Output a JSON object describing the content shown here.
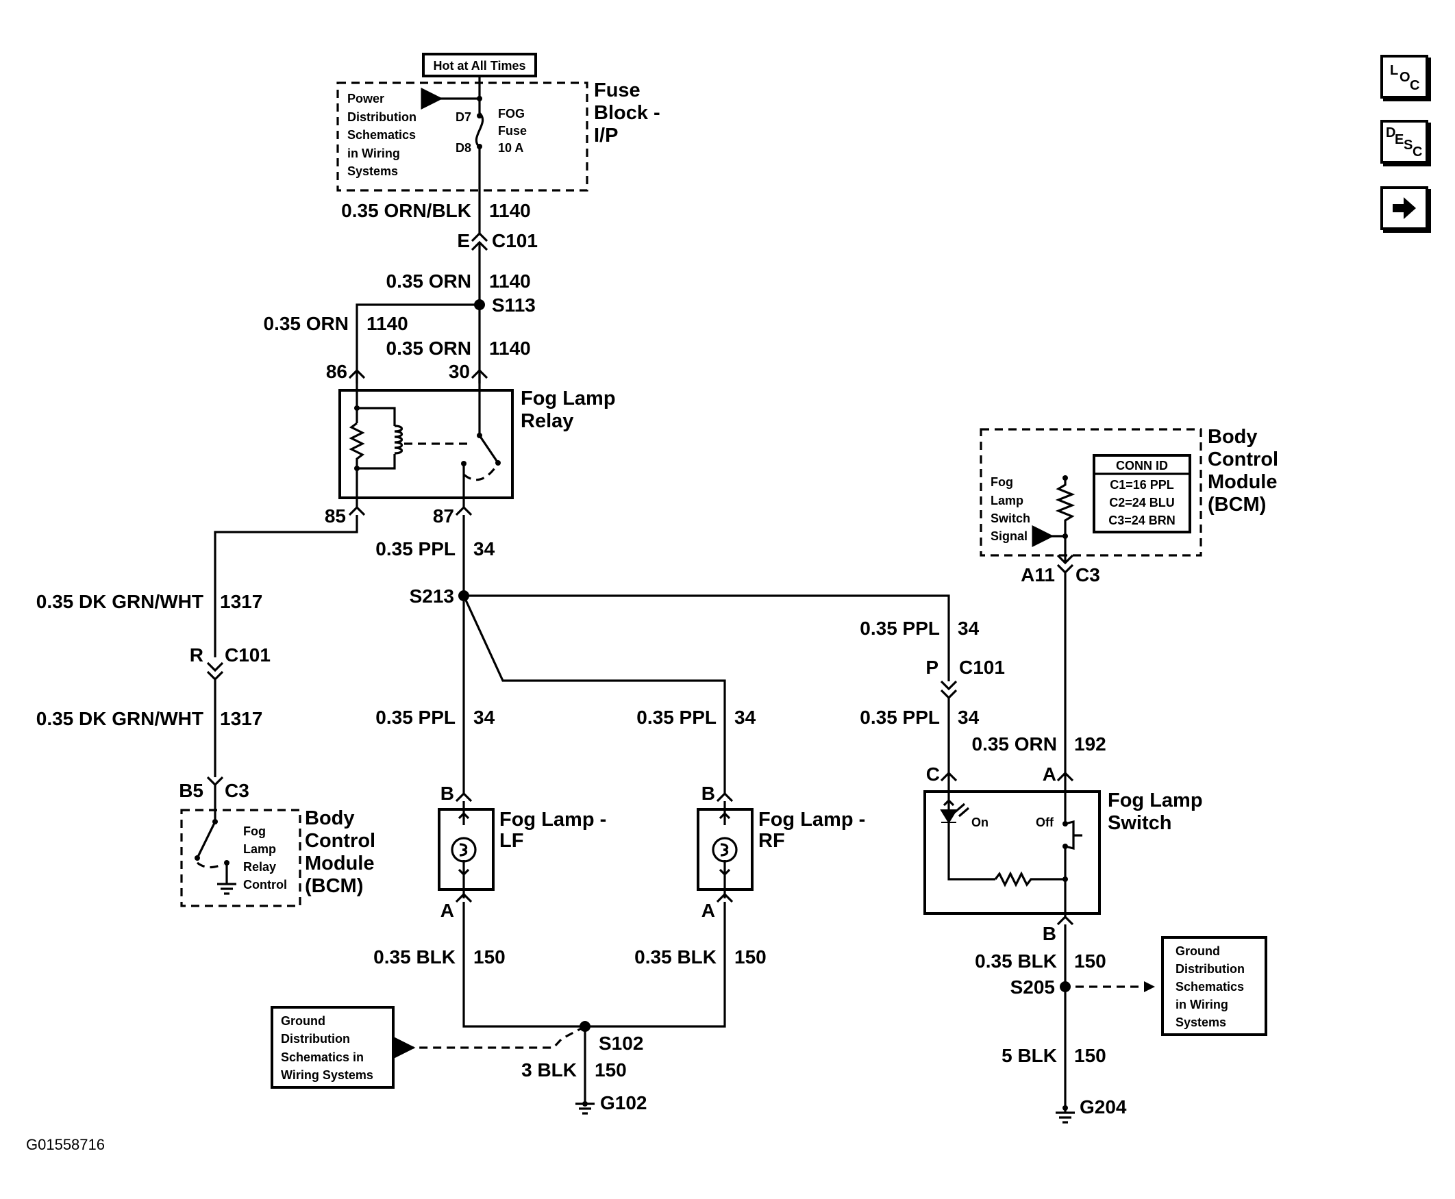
{
  "nav": {
    "loc_label": "LOC",
    "desc_label": "DESC",
    "next_icon": "right-arrow-icon"
  },
  "figure_id": "G01558716",
  "fuse_block": {
    "hot_label": "Hot at All Times",
    "name_line1": "Fuse",
    "name_line2": "Block -",
    "name_line3": "I/P",
    "power_note": [
      "Power",
      "Distribution",
      "Schematics",
      "in Wiring",
      "Systems"
    ],
    "pin_top": "D7",
    "pin_bottom": "D8",
    "fuse_line1": "FOG",
    "fuse_line2": "Fuse",
    "fuse_line3": "10 A"
  },
  "wires": {
    "w1140_orn_blk": {
      "gauge": "0.35 ORN/BLK",
      "circuit": "1140"
    },
    "c101_e": {
      "pin": "E",
      "conn": "C101"
    },
    "w1140_orn_a": {
      "gauge": "0.35 ORN",
      "circuit": "1140"
    },
    "s113": "S113",
    "w1140_orn_b": {
      "gauge": "0.35 ORN",
      "circuit": "1140"
    },
    "w1140_orn_c": {
      "gauge": "0.35 ORN",
      "circuit": "1140"
    },
    "w34_ppl_a": {
      "gauge": "0.35 PPL",
      "circuit": "34"
    },
    "s213": "S213",
    "w1317_a": {
      "gauge": "0.35 DK GRN/WHT",
      "circuit": "1317"
    },
    "c101_r": {
      "pin": "R",
      "conn": "C101"
    },
    "w1317_b": {
      "gauge": "0.35 DK GRN/WHT",
      "circuit": "1317"
    },
    "b5_c3": {
      "pin": "B5",
      "conn": "C3"
    },
    "w34_ppl_lf": {
      "gauge": "0.35 PPL",
      "circuit": "34"
    },
    "w34_ppl_rf": {
      "gauge": "0.35 PPL",
      "circuit": "34"
    },
    "w34_ppl_sw_a": {
      "gauge": "0.35 PPL",
      "circuit": "34"
    },
    "c101_p": {
      "pin": "P",
      "conn": "C101"
    },
    "w34_ppl_sw_b": {
      "gauge": "0.35 PPL",
      "circuit": "34"
    },
    "a11_c3": {
      "pin": "A11",
      "conn": "C3"
    },
    "w192_orn": {
      "gauge": "0.35 ORN",
      "circuit": "192"
    },
    "w150_lf": {
      "gauge": "0.35 BLK",
      "circuit": "150"
    },
    "w150_rf": {
      "gauge": "0.35 BLK",
      "circuit": "150"
    },
    "s102": "S102",
    "w150_3blk": {
      "gauge": "3 BLK",
      "circuit": "150"
    },
    "g102": "G102",
    "w150_sw": {
      "gauge": "0.35 BLK",
      "circuit": "150"
    },
    "s205": "S205",
    "w150_5blk": {
      "gauge": "5 BLK",
      "circuit": "150"
    },
    "g204": "G204"
  },
  "relay": {
    "name_line1": "Fog Lamp",
    "name_line2": "Relay",
    "pin86": "86",
    "pin30": "30",
    "pin85": "85",
    "pin87": "87"
  },
  "bcm_top": {
    "name": [
      "Body",
      "Control",
      "Module",
      "(BCM)"
    ],
    "signal": [
      "Fog",
      "Lamp",
      "Switch",
      "Signal"
    ],
    "conn_id_title": "CONN ID",
    "conn_ids": [
      "C1=16 PPL",
      "C2=24 BLU",
      "C3=24 BRN"
    ]
  },
  "bcm_bottom": {
    "name": [
      "Body",
      "Control",
      "Module",
      "(BCM)"
    ],
    "control": [
      "Fog",
      "Lamp",
      "Relay",
      "Control"
    ]
  },
  "lamp_lf": {
    "name_line1": "Fog Lamp -",
    "name_line2": "LF",
    "pin_top": "B",
    "pin_bottom": "A"
  },
  "lamp_rf": {
    "name_line1": "Fog Lamp -",
    "name_line2": "RF",
    "pin_top": "B",
    "pin_bottom": "A"
  },
  "switch": {
    "name_line1": "Fog Lamp",
    "name_line2": "Switch",
    "pin_c": "C",
    "pin_a": "A",
    "pin_b": "B",
    "on_label": "On",
    "off_label": "Off"
  },
  "ground_left": [
    "Ground",
    "Distribution",
    "Schematics in",
    "Wiring Systems"
  ],
  "ground_right": [
    "Ground",
    "Distribution",
    "Schematics",
    "in Wiring",
    "Systems"
  ]
}
